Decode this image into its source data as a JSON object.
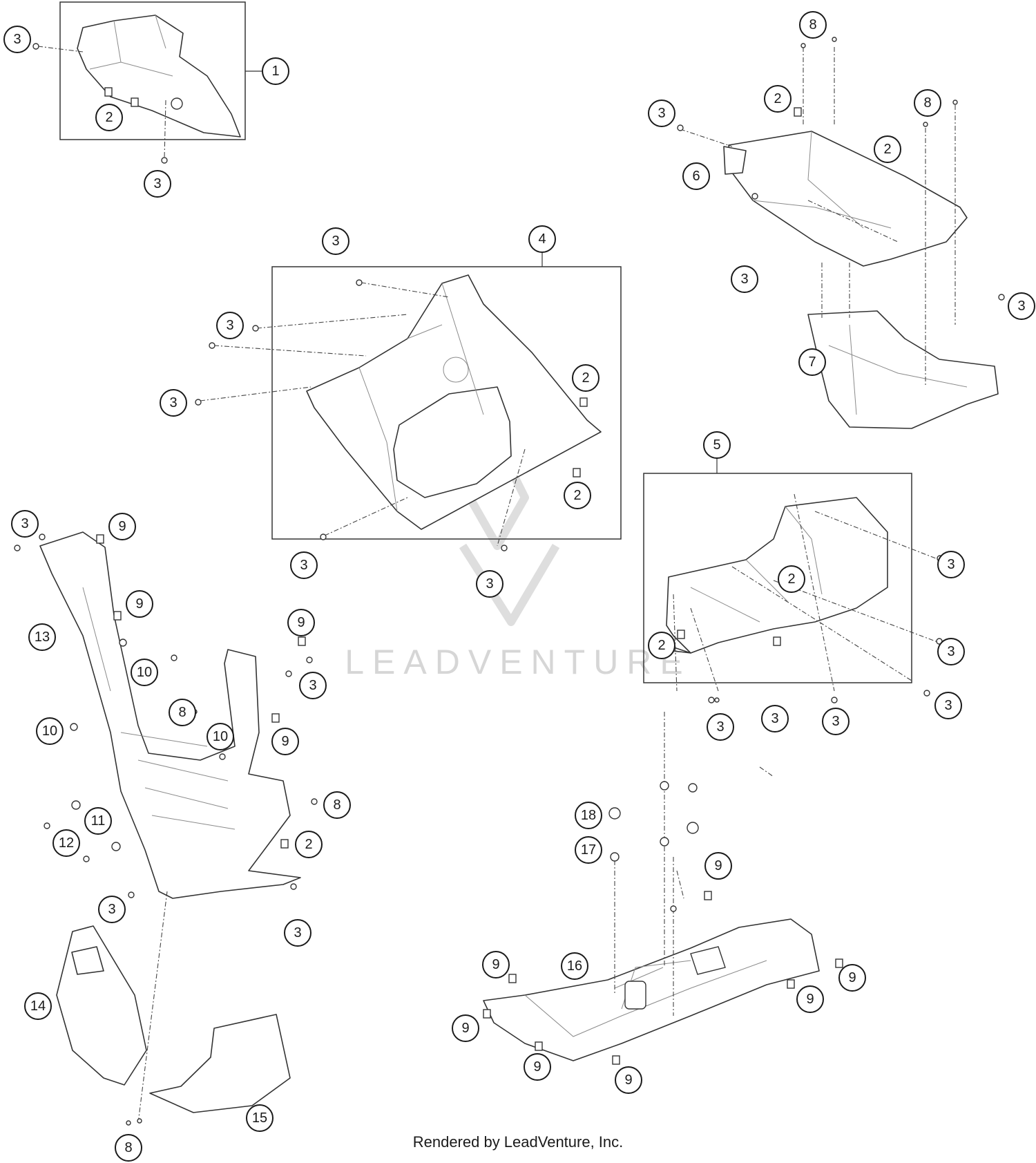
{
  "credit": "Rendered by LeadVenture, Inc.",
  "watermark": "LEADVENTURE",
  "callouts": [
    "1",
    "2",
    "3",
    "4",
    "5",
    "6",
    "7",
    "8",
    "9",
    "10",
    "11",
    "12",
    "13",
    "14",
    "15",
    "16",
    "17",
    "18"
  ]
}
